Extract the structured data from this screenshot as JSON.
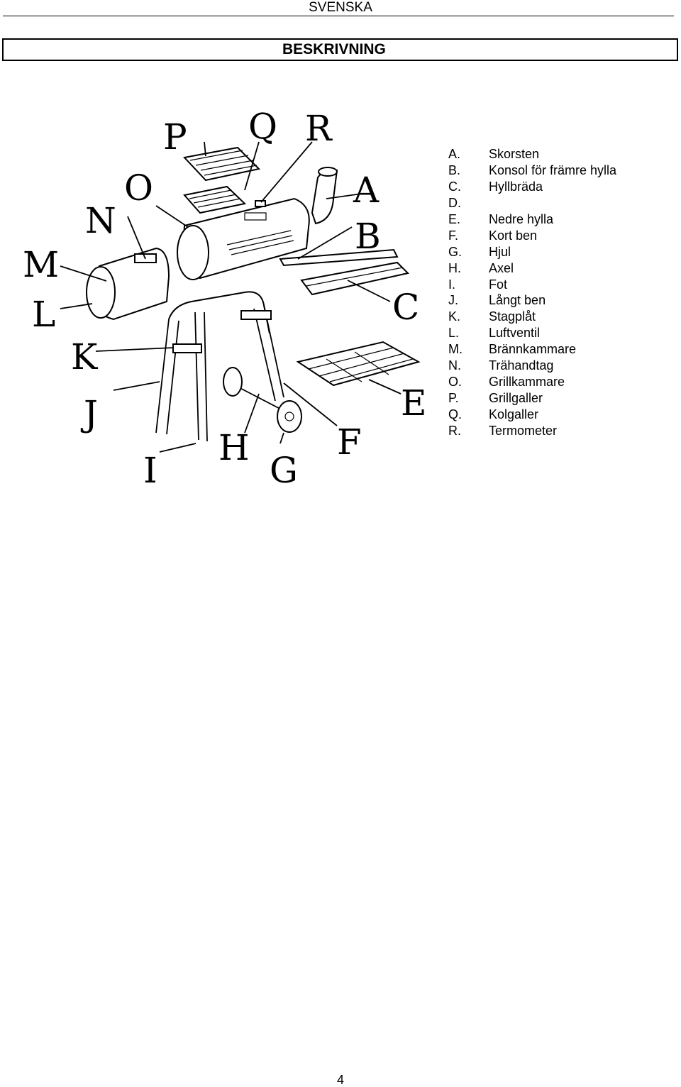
{
  "header": {
    "language": "SVENSKA"
  },
  "section": {
    "title": "BESKRIVNING"
  },
  "diagram": {
    "callouts": [
      "A",
      "B",
      "C",
      "E",
      "F",
      "G",
      "H",
      "I",
      "J",
      "K",
      "L",
      "M",
      "N",
      "O",
      "P",
      "Q",
      "R"
    ]
  },
  "parts": [
    {
      "code": "A.",
      "name": "Skorsten"
    },
    {
      "code": "B.",
      "name": "Konsol för främre hylla"
    },
    {
      "code": "C.",
      "name": "Hyllbräda"
    },
    {
      "code": "D.",
      "name": ""
    },
    {
      "code": "E.",
      "name": "Nedre hylla"
    },
    {
      "code": "F.",
      "name": "Kort ben"
    },
    {
      "code": "G.",
      "name": "Hjul"
    },
    {
      "code": "H.",
      "name": "Axel"
    },
    {
      "code": "I.",
      "name": "Fot"
    },
    {
      "code": "J.",
      "name": "Långt ben"
    },
    {
      "code": "K.",
      "name": "Stagplåt"
    },
    {
      "code": "L.",
      "name": "Luftventil"
    },
    {
      "code": "M.",
      "name": "Brännkammare"
    },
    {
      "code": "N.",
      "name": "Trähandtag"
    },
    {
      "code": "O.",
      "name": "Grillkammare"
    },
    {
      "code": "P.",
      "name": "Grillgaller"
    },
    {
      "code": "Q.",
      "name": "Kolgaller"
    },
    {
      "code": "R.",
      "name": "Termometer"
    }
  ],
  "footer": {
    "page_number": "4"
  }
}
